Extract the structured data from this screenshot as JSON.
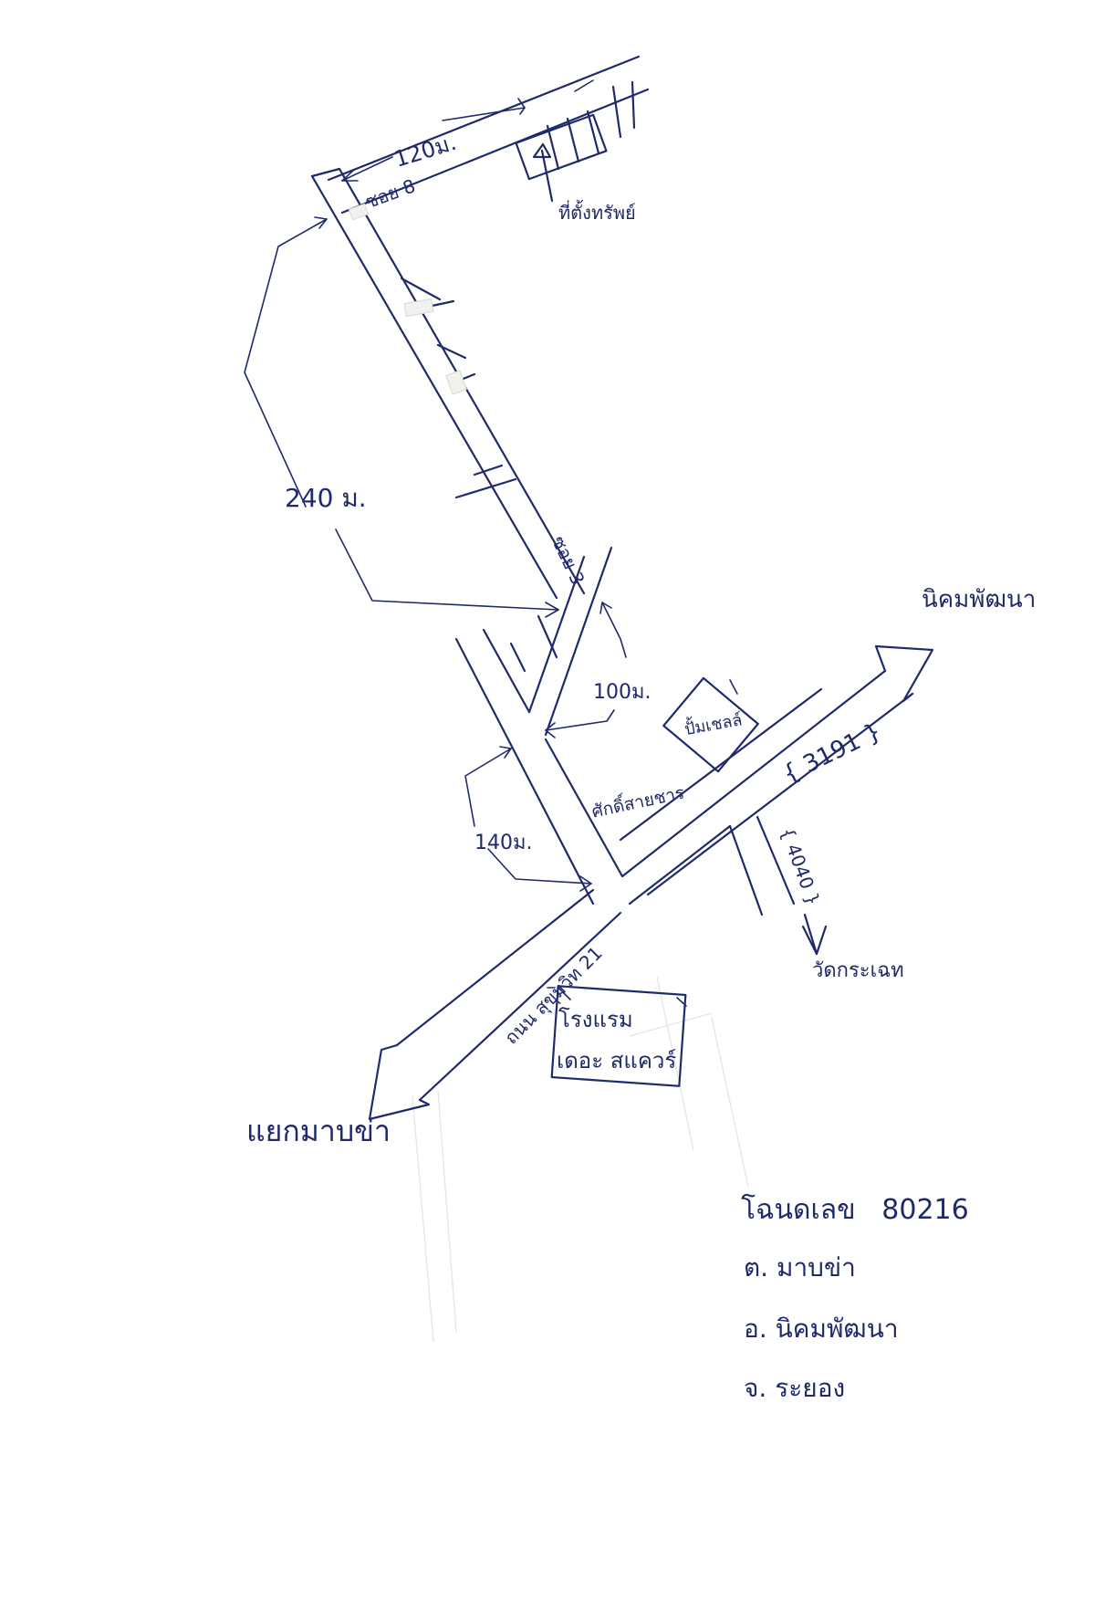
{
  "map": {
    "distance_labels": {
      "d120": "120ม.",
      "d240": "240 ม.",
      "d100": "100ม.",
      "d140": "140ม."
    },
    "street_labels": {
      "soi8": "ซอย 8",
      "soi3": "ซอย 3",
      "route3191": "{ 3191 }",
      "route4040": "{ 4040 }",
      "sukhumvit21": "ถนน สุขุมวิท 21"
    },
    "place_labels": {
      "destination": "ที่ตั้งทรัพย์",
      "nikhom": "นิคมพัฒนา",
      "wat": "วัดกระเฉท",
      "junction": "แยกมาบข่า",
      "shop": "ปั้มเชลล์",
      "sakdi": "ศักดิ์สายชาร",
      "hotel_line1": "โรงแรม",
      "hotel_line2": "เดอะ สแควร์"
    },
    "address": {
      "postcode_line": "โฉนดเลข   80216",
      "subdistrict": "ต. มาบข่า",
      "district": "อ. นิคมพัฒนา",
      "province": "จ. ระยอง"
    },
    "ink_color": "#1f2a6b"
  }
}
